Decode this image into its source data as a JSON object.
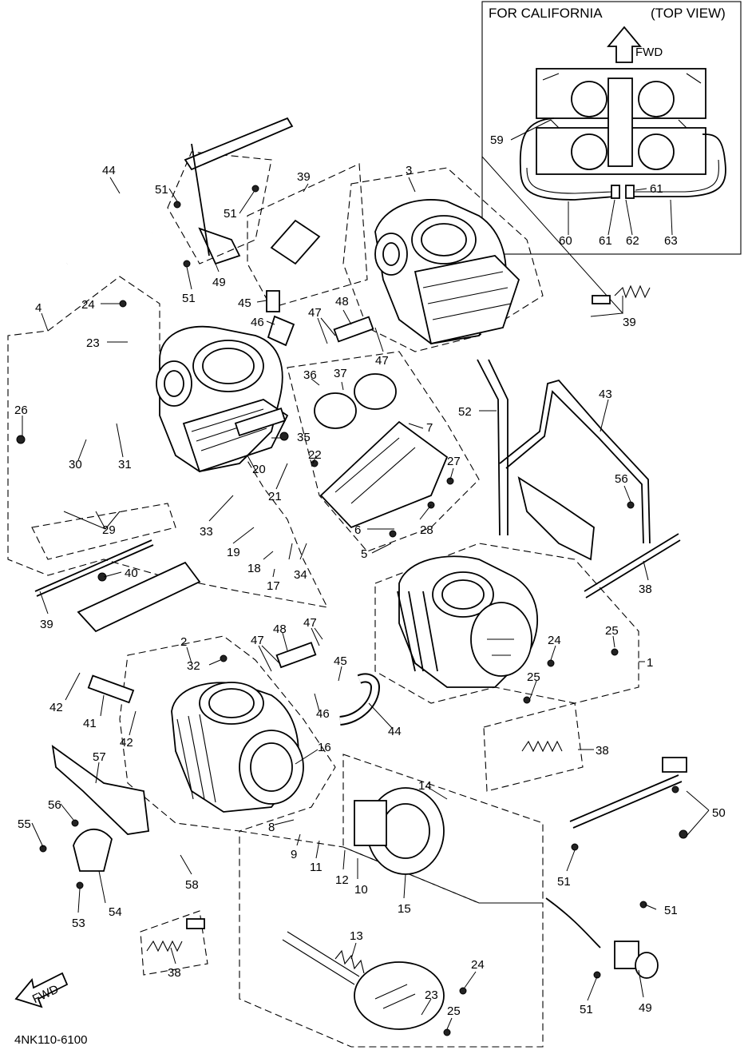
{
  "inset": {
    "title_left": "FOR CALIFORNIA",
    "title_right": "(TOP VIEW)",
    "direction_label": "FWD",
    "callouts": [
      "59",
      "61",
      "60",
      "61",
      "62",
      "63"
    ]
  },
  "drawing_code": "4NK110-6100",
  "fwd_arrow_label": "FWD",
  "callouts": [
    "44",
    "51",
    "51",
    "51",
    "39",
    "3",
    "49",
    "4",
    "24",
    "23",
    "45",
    "46",
    "47",
    "48",
    "47",
    "39",
    "26",
    "30",
    "31",
    "36",
    "37",
    "20",
    "35",
    "22",
    "7",
    "52",
    "43",
    "27",
    "56",
    "29",
    "33",
    "21",
    "19",
    "28",
    "6",
    "5",
    "18",
    "34",
    "17",
    "40",
    "39",
    "38",
    "25",
    "24",
    "1",
    "47",
    "48",
    "47",
    "45",
    "2",
    "32",
    "25",
    "46",
    "44",
    "42",
    "41",
    "42",
    "38",
    "16",
    "57",
    "56",
    "55",
    "14",
    "50",
    "8",
    "9",
    "11",
    "12",
    "10",
    "15",
    "58",
    "51",
    "51",
    "54",
    "53",
    "13",
    "38",
    "24",
    "23",
    "25",
    "49",
    "51"
  ]
}
